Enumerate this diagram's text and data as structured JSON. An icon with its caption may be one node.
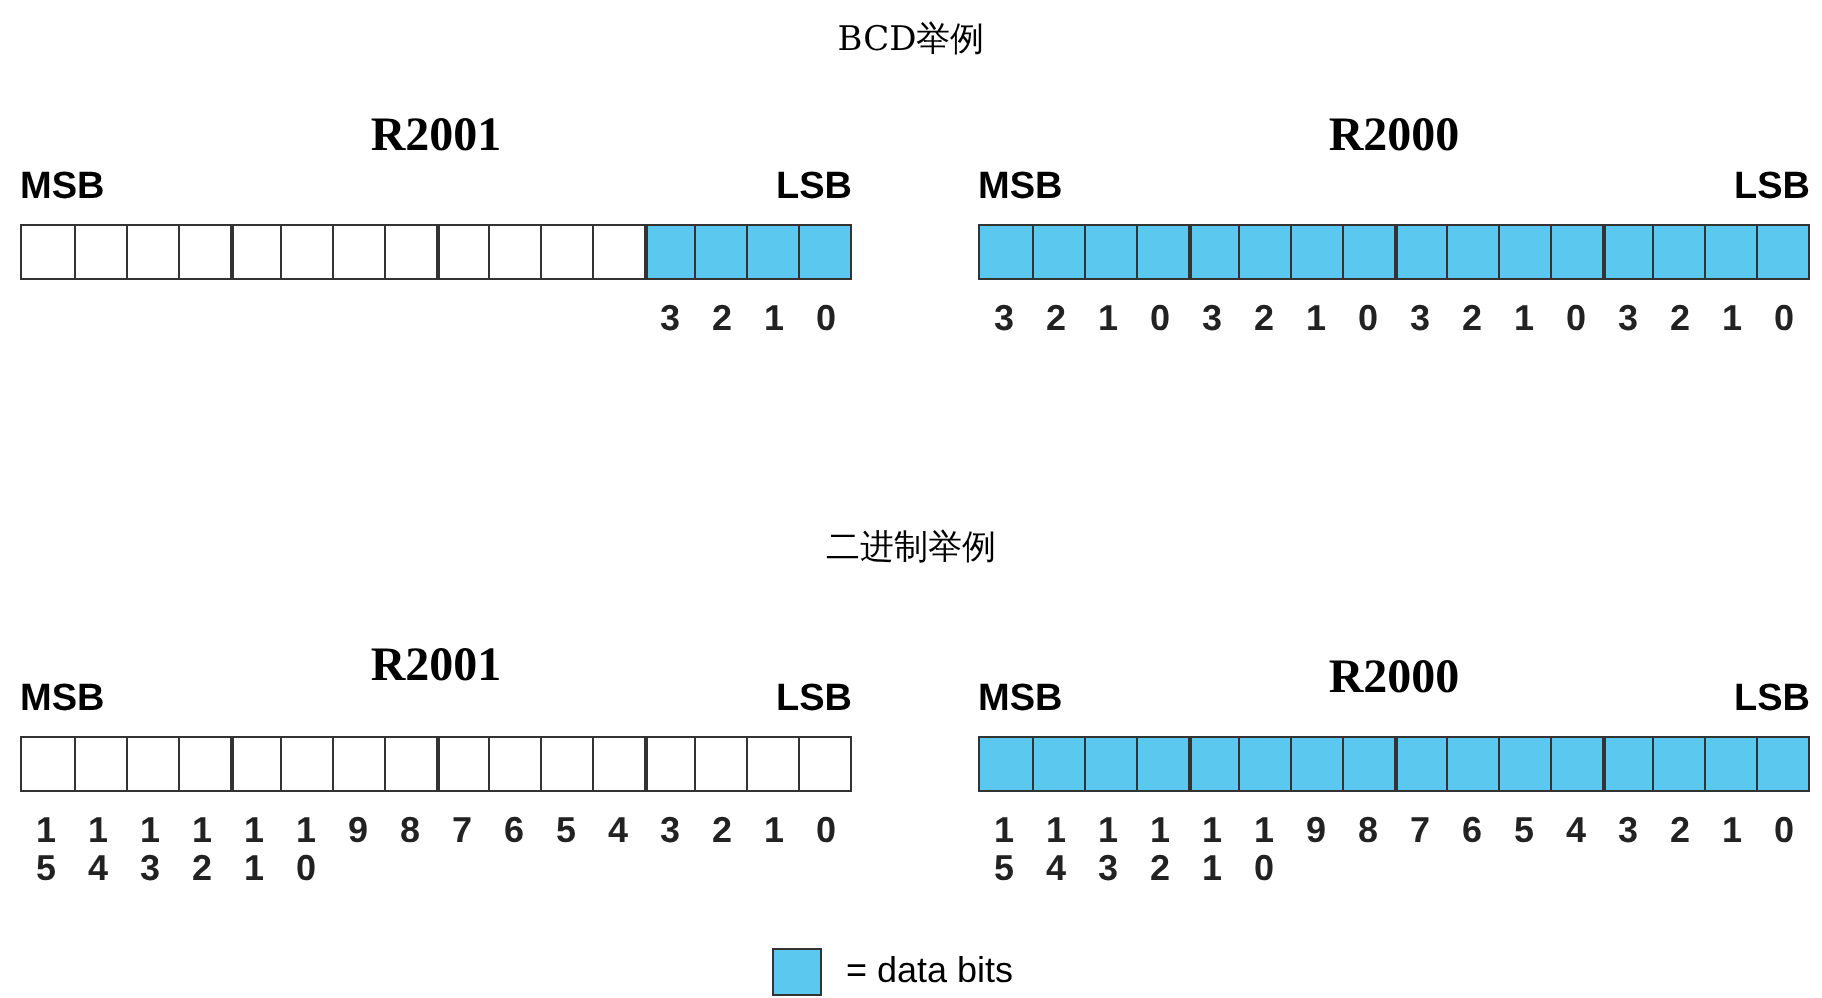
{
  "diagram": {
    "nodes": [
      {
        "text": [
          "R2001"
        ],
        "beside": [
          "MSB",
          "LSB"
        ]
      },
      {
        "text": [
          "R2000"
        ],
        "beside": [
          "MSB",
          "LSB"
        ]
      },
      {
        "text": [
          "R2001"
        ],
        "beside": [
          "MSB",
          "LSB"
        ]
      },
      {
        "text": [
          "R2000"
        ],
        "beside": [
          "MSB",
          "LSB"
        ]
      }
    ],
    "edges": [],
    "labels": [
      "BCD举例",
      "3",
      "2",
      "1",
      "0",
      "3",
      "2",
      "1",
      "0",
      "3",
      "2",
      "1",
      "0",
      "3",
      "2",
      "1",
      "0",
      "3",
      "2",
      "1",
      "0",
      "二进制举例",
      "15",
      "14",
      "13",
      "12",
      "11",
      "10",
      "9",
      "8",
      "7",
      "6",
      "5",
      "4",
      "3",
      "2",
      "1",
      "0",
      "15",
      "14",
      "13",
      "12",
      "11",
      "10",
      "9",
      "8",
      "7",
      "6",
      "5",
      "4",
      "3",
      "2",
      "1",
      "0"
    ],
    "legend": [
      {
        "text": "= data bits",
        "color": "#5bc8f0"
      }
    ]
  }
}
